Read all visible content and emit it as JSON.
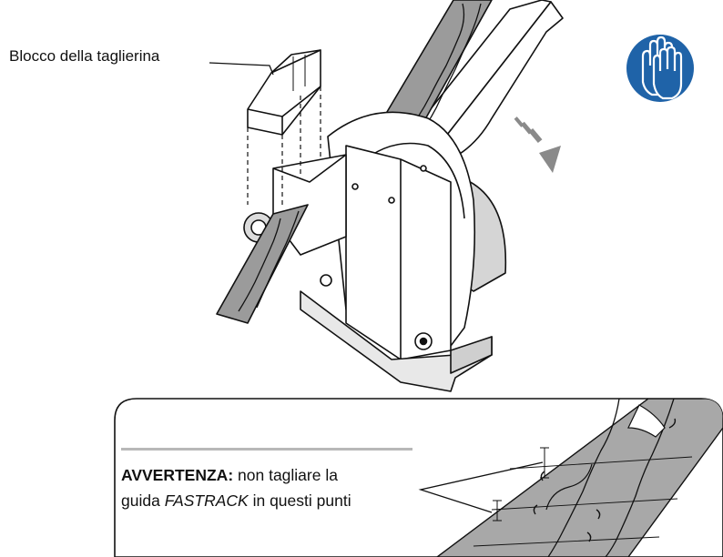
{
  "callout": {
    "label": "Blocco della taglierina"
  },
  "warning": {
    "title": "AVVERTENZA:",
    "line1_rest": " non tagliare la",
    "line2_pre": "guida ",
    "line2_brand": "FASTRACK",
    "line2_post": " in questi punti"
  },
  "icons": {
    "ppe": "gloves-icon",
    "direction": "rotation-arrow-icon"
  },
  "colors": {
    "icon_blue": "#1f63a8",
    "strip_gray": "#a8a8a8",
    "arrow_gray": "#8a8a8a",
    "panel_bg": "#ffffff"
  }
}
